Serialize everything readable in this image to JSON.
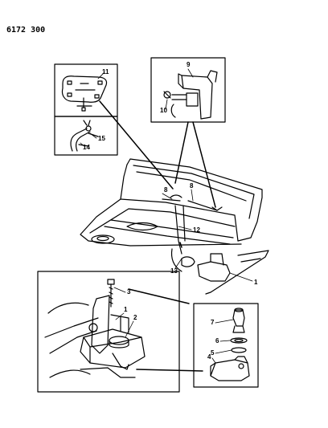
{
  "diagram": {
    "code": "6172 300",
    "callouts": {
      "c1": "1",
      "c1b": "1",
      "c2": "2",
      "c3": "3",
      "c4": "4",
      "c5": "5",
      "c6": "6",
      "c7": "7",
      "c8a": "8",
      "c8b": "8",
      "c9": "9",
      "c10": "10",
      "c11": "11",
      "c12": "12",
      "c13": "13",
      "c14": "14",
      "c15": "15"
    }
  }
}
